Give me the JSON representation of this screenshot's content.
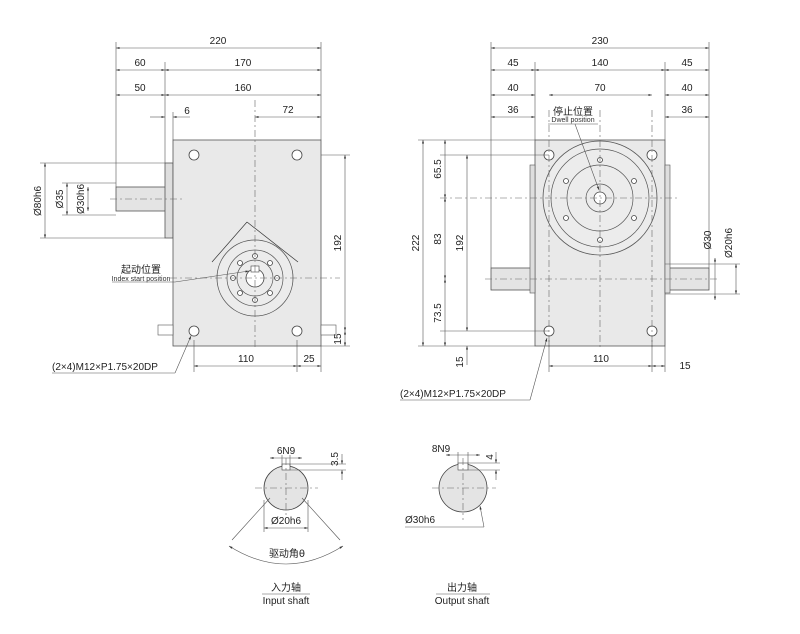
{
  "front_view": {
    "dims": {
      "d220": "220",
      "d60": "60",
      "d170": "170",
      "d50": "50",
      "d160": "160",
      "d6": "6",
      "d72": "72",
      "d192": "192",
      "d15": "15",
      "d110": "110",
      "d25": "25",
      "d80h6": "Ø80h6",
      "d35": "Ø35",
      "d30h6": "Ø30h6"
    },
    "index_start_cn": "起动位置",
    "index_start_en": "Index start position",
    "mounting_note": "(2×4)M12×P1.75×20DP"
  },
  "side_view": {
    "dims": {
      "d230": "230",
      "d45l": "45",
      "d140": "140",
      "d45r": "45",
      "d40l": "40",
      "d70": "70",
      "d40r": "40",
      "d36l": "36",
      "d36r": "36",
      "d222": "222",
      "d65_5": "65.5",
      "d83": "83",
      "d192": "192",
      "d73_5": "73.5",
      "d15": "15",
      "d110": "110",
      "d15r": "15",
      "d30": "Ø30",
      "d20h6": "Ø20h6"
    },
    "dwell_cn": "停止位置",
    "dwell_en": "Dwell position",
    "mounting_note": "(2×4)M12×P1.75×20DP"
  },
  "input_shaft": {
    "key_width": "6N9",
    "key_depth": "3.5",
    "diameter": "Ø20h6",
    "angle_label": "驱动角θ",
    "caption_cn": "入力轴",
    "caption_en": "Input shaft"
  },
  "output_shaft": {
    "key_width": "8N9",
    "key_depth": "4",
    "diameter": "Ø30h6",
    "caption_cn": "出力轴",
    "caption_en": "Output shaft"
  }
}
